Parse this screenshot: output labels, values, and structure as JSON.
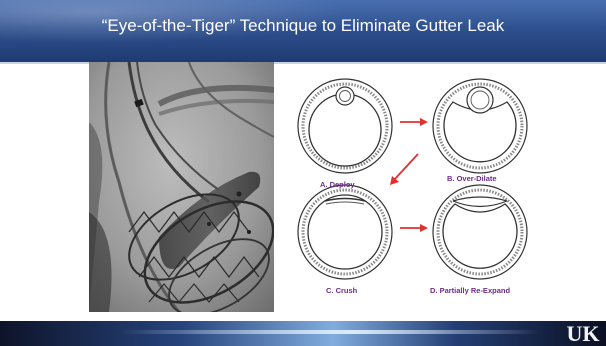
{
  "slide": {
    "title": "“Eye-of-the-Tiger” Technique to Eliminate Gutter Leak"
  },
  "diagram": {
    "captions": {
      "a": "A. Deploy",
      "b": "B. Over-Dilate",
      "c": "C. Crush",
      "d": "D. Partially Re-Expand"
    }
  },
  "colors": {
    "title_bar": "#2f5190",
    "caption_text": "#6b2d86",
    "arrow": "#e03131"
  },
  "footer": {
    "logo": "UK"
  }
}
